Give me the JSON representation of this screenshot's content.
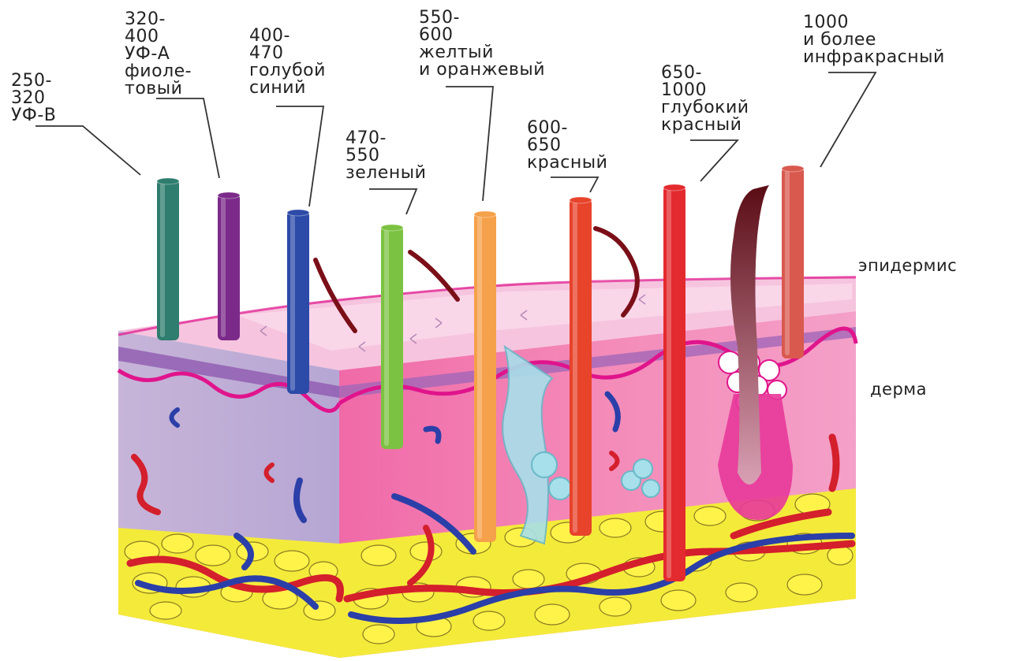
{
  "bands": [
    {
      "lines": [
        "250-",
        "320",
        "УФ-В"
      ],
      "color": "#2e7d6e",
      "depth": "epidermis"
    },
    {
      "lines": [
        "320-",
        "400",
        "УФ-А",
        "фиоле-",
        "товый"
      ],
      "color": "#7b2a8a",
      "depth": "epidermis"
    },
    {
      "lines": [
        "400-",
        "470",
        "голубой",
        "синий"
      ],
      "color": "#2c4aa8",
      "depth": "upper-dermis"
    },
    {
      "lines": [
        "470-",
        "550",
        "зеленый"
      ],
      "color": "#7cc242",
      "depth": "dermis"
    },
    {
      "lines": [
        "550-",
        "600",
        "желтый",
        "и оранжевый"
      ],
      "color": "#f5a04a",
      "depth": "deep-dermis"
    },
    {
      "lines": [
        "600-",
        "650",
        "красный"
      ],
      "color": "#e8432b",
      "depth": "subcutis"
    },
    {
      "lines": [
        "650-",
        "1000",
        "глубокий",
        "красный"
      ],
      "color": "#e32a2e",
      "depth": "subcutis-deep"
    },
    {
      "lines": [
        "1000",
        "и более",
        "инфракрасный"
      ],
      "color": "#d9594e",
      "depth": "epidermis-dermis"
    }
  ],
  "layers": {
    "epidermis": "эпидермис",
    "dermis": "дерма"
  }
}
